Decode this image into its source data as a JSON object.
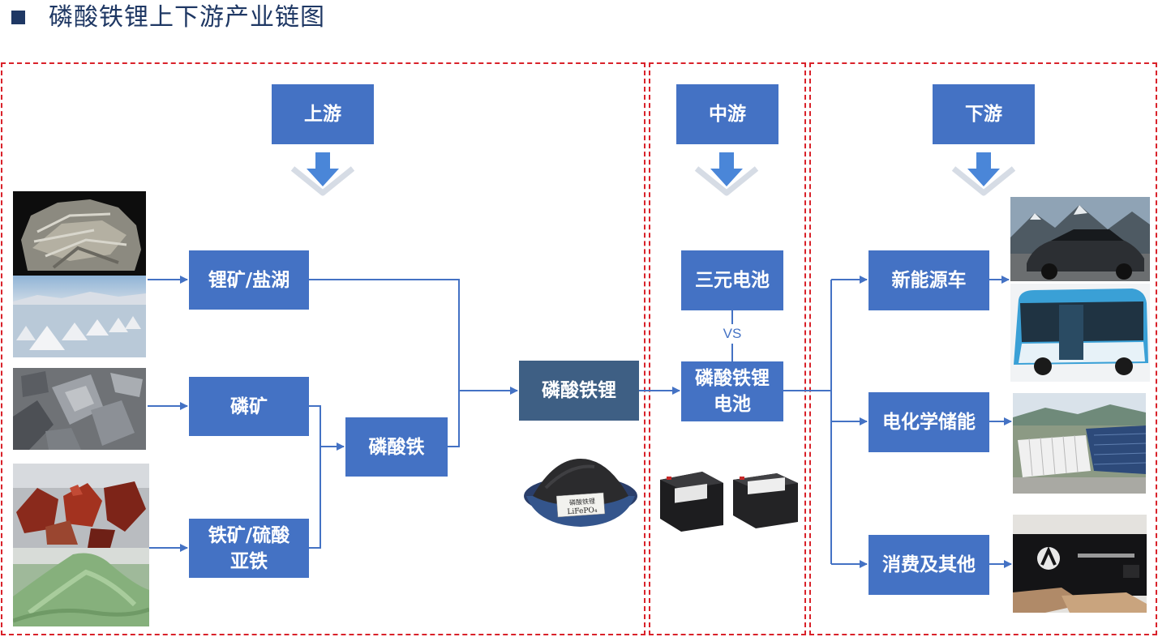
{
  "title": "磷酸铁锂上下游产业链图",
  "stages": {
    "upstream": "上游",
    "midstream": "中游",
    "downstream": "下游"
  },
  "upstream": {
    "lithium": "锂矿/盐湖",
    "phosphate": "磷矿",
    "iron": "铁矿/硫酸\n亚铁",
    "iron_phosphate": "磷酸铁"
  },
  "center": {
    "lfp": "磷酸铁锂",
    "powder_label_1": "磷酸铁锂",
    "powder_label_2": "LiFePO₄"
  },
  "midstream": {
    "ternary": "三元电池",
    "vs": "VS",
    "lfp_battery": "磷酸铁锂\n电池"
  },
  "downstream": {
    "nev": "新能源车",
    "storage": "电化学储能",
    "consumer": "消费及其他"
  },
  "colors": {
    "box": "#4472c4",
    "dark_box": "#3e5f84",
    "border": "#d9222a",
    "arrow": "#4472c4",
    "title": "#1f3864"
  }
}
